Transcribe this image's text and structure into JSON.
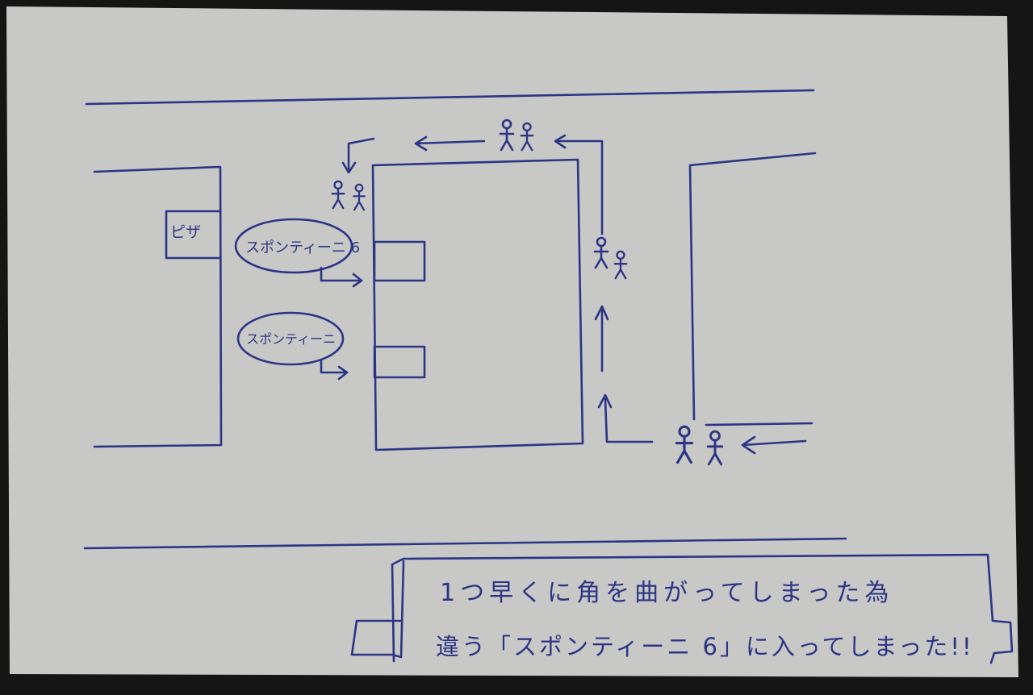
{
  "colors": {
    "paper": "#c8c8c6",
    "ink": "#2b3585",
    "background": "#151515"
  },
  "map": {
    "pizza_label": "ピザ",
    "shop_correct_label": "スポンティーニ 6",
    "shop_other_label": "スポンティーニ"
  },
  "caption": {
    "line1": "1つ早くに角を曲がってしまった為",
    "line2": "違う「スポンティーニ 6」に入ってしまった!!"
  }
}
